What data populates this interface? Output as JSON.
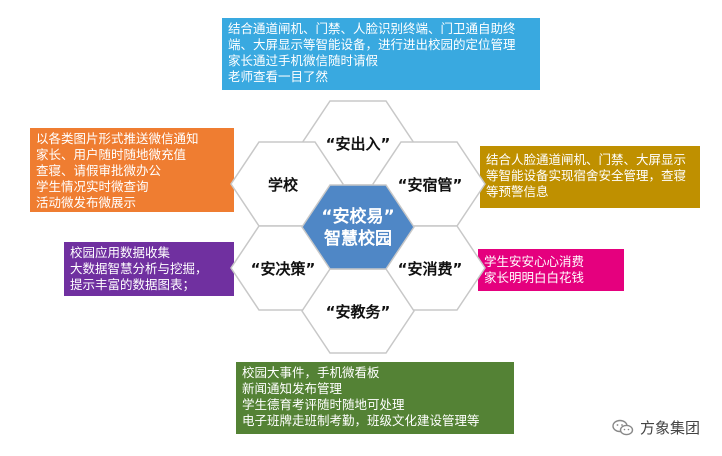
{
  "colors": {
    "top": "#39a9e0",
    "left_top": "#ef7d31",
    "right_top": "#bf9000",
    "left_bottom": "#7030a0",
    "right_bottom": "#e5007e",
    "bottom": "#548235",
    "center": "#4f87c6"
  },
  "boxes": {
    "top": "结合通道闸机、门禁、人脸识别终端、门卫通自助终\n端、大屏显示等智能设备，进行进出校园的定位管理\n家长通过手机微信随时请假\n老师查看一目了然",
    "left_top": "以各类图片形式推送微信通知\n家长、用户随时随地微充值\n查寝、请假审批微办公\n学生情况实时微查询\n活动微发布微展示",
    "right_top": "结合人脸通道闸机、门禁、大屏显示\n等智能设备实现宿舍安全管理，查寝\n等预警信息",
    "left_bottom": "校园应用数据收集\n大数据智慧分析与挖掘，\n提示丰富的数据图表；",
    "right_bottom": "学生安安心心消费\n家长明明白白花钱",
    "bottom": "校园大事件，手机微看板\n新闻通知发布管理\n学生德育考评随时随地可处理\n电子班牌走班制考勤，班级文化建设管理等"
  },
  "hexagons": {
    "center_line1": "“安校易”",
    "center_line2": "智慧校园",
    "top": "“安出入”",
    "upper_left": "学校",
    "upper_right": "“安宿管”",
    "lower_left": "“安决策”",
    "lower_right": "“安消费”",
    "bottom": "“安教务”"
  },
  "watermark": {
    "text": "方象集团",
    "icon": "wechat-icon"
  }
}
